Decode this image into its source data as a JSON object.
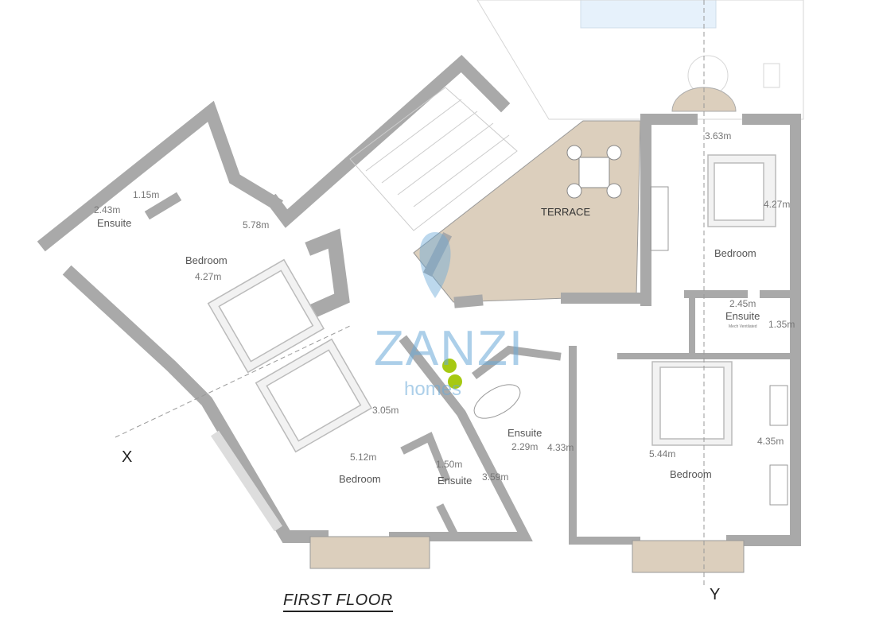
{
  "plan": {
    "title": "FIRST FLOOR",
    "section_markers": [
      "X",
      "Y"
    ],
    "rooms": [
      {
        "name": "Ensuite",
        "dims": [
          "2.43m",
          "1.15m"
        ]
      },
      {
        "name": "Bedroom",
        "dims": [
          "4.27m",
          "5.78m"
        ]
      },
      {
        "name": "TERRACE"
      },
      {
        "name": "Bedroom",
        "dims": [
          "3.63m",
          "4.27m"
        ]
      },
      {
        "name": "Ensuite",
        "dims": [
          "2.45m",
          "1.35m"
        ],
        "note": "Mech Ventilated"
      },
      {
        "name": "Bedroom",
        "dims": [
          "5.12m",
          "3.05m"
        ]
      },
      {
        "name": "Ensuite",
        "dims": [
          "1.50m",
          "3.59m"
        ]
      },
      {
        "name": "Ensuite",
        "dims": [
          "2.29m",
          "4.33m"
        ]
      },
      {
        "name": "Bedroom",
        "dims": [
          "5.44m",
          "4.35m"
        ]
      }
    ]
  },
  "watermark": {
    "brand": "ZANZI",
    "sub": "homes"
  },
  "colors": {
    "wall": "#a9a9a9",
    "terrace": "#dccfbd",
    "watermark": "#6aa9d8"
  }
}
